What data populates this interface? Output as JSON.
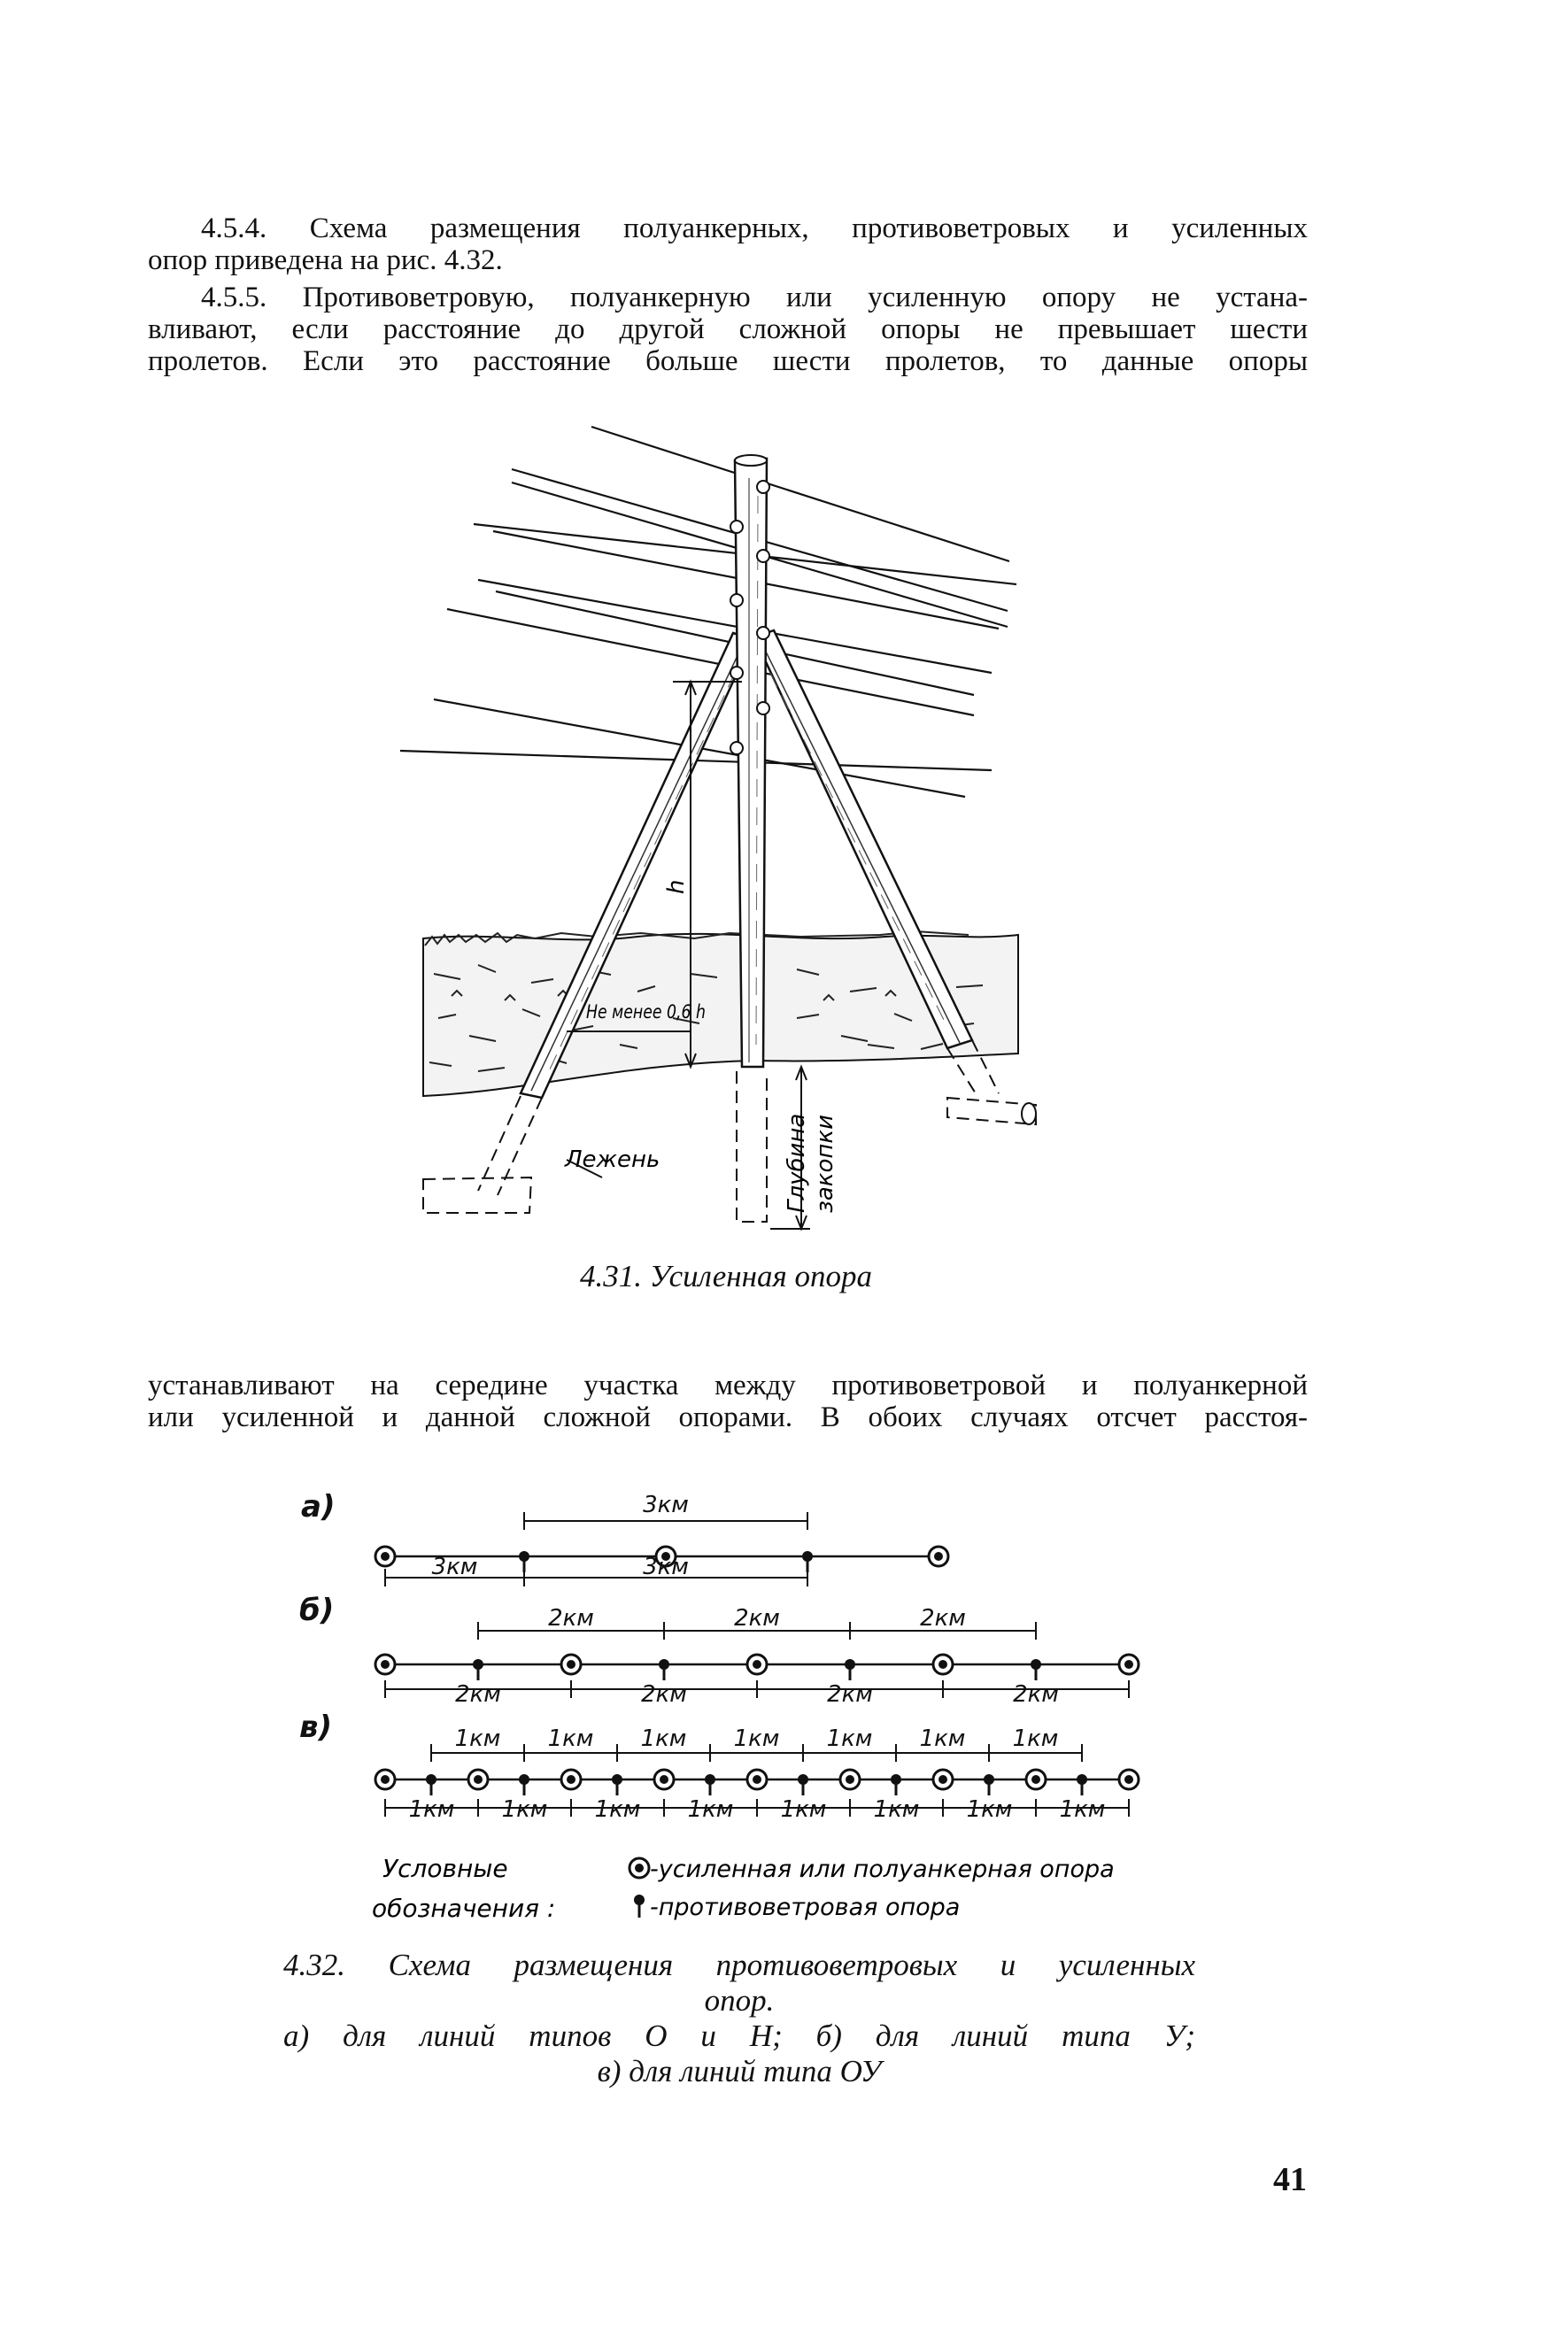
{
  "paragraphs": {
    "p1": [
      "4.5.4. Схема размещения полуанкерных, противоветровых и усиленных",
      "опор приведена на рис. 4.32."
    ],
    "p2": [
      "4.5.5. Противоветровую, полуанкерную или усиленную опору не устана-",
      "вливают, если расстояние до другой сложной опоры не превышает шести",
      "пролетов. Если это расстояние больше шести пролетов, то данные опоры"
    ],
    "p3": [
      "устанавливают на середине участка между противоветровой и полуанкерной",
      "или усиленной и данной сложной опорами. В обоих случаях отсчет расстоя-"
    ]
  },
  "figure_431": {
    "label_h": "h",
    "label_min": "Не менее 0,6 h",
    "label_lezhen": "Лежень",
    "label_depth_1": "Глубина",
    "label_depth_2": "закопки",
    "caption": "4.31. Усиленная опора"
  },
  "figure_432": {
    "row_labels": [
      "а)",
      "б)",
      "в)"
    ],
    "row_a": {
      "top": [
        "3км"
      ],
      "bottom": [
        "3км",
        "3км"
      ]
    },
    "row_b": {
      "top": [
        "2км",
        "2км",
        "2км"
      ],
      "bottom": [
        "2км",
        "2км",
        "2км",
        "2км"
      ]
    },
    "row_c": {
      "top": [
        "1км",
        "1км",
        "1км",
        "1км",
        "1км",
        "1км",
        "1км"
      ],
      "bottom": [
        "1км",
        "1км",
        "1км",
        "1км",
        "1км",
        "1км",
        "1км",
        "1км"
      ]
    },
    "legend_title_1": "Условные",
    "legend_title_2": "обозначения :",
    "legend_reinforced": "-усиленная или полуанкерная опора",
    "legend_windproof": "-противоветровая опора",
    "caption_lines": [
      "4.32. Схема размещения противоветровых и усиленных",
      "опор.",
      "а) для линий типов О и Н; б) для линий типа У;",
      "в) для линий типа ОУ"
    ]
  },
  "page_number": "41"
}
